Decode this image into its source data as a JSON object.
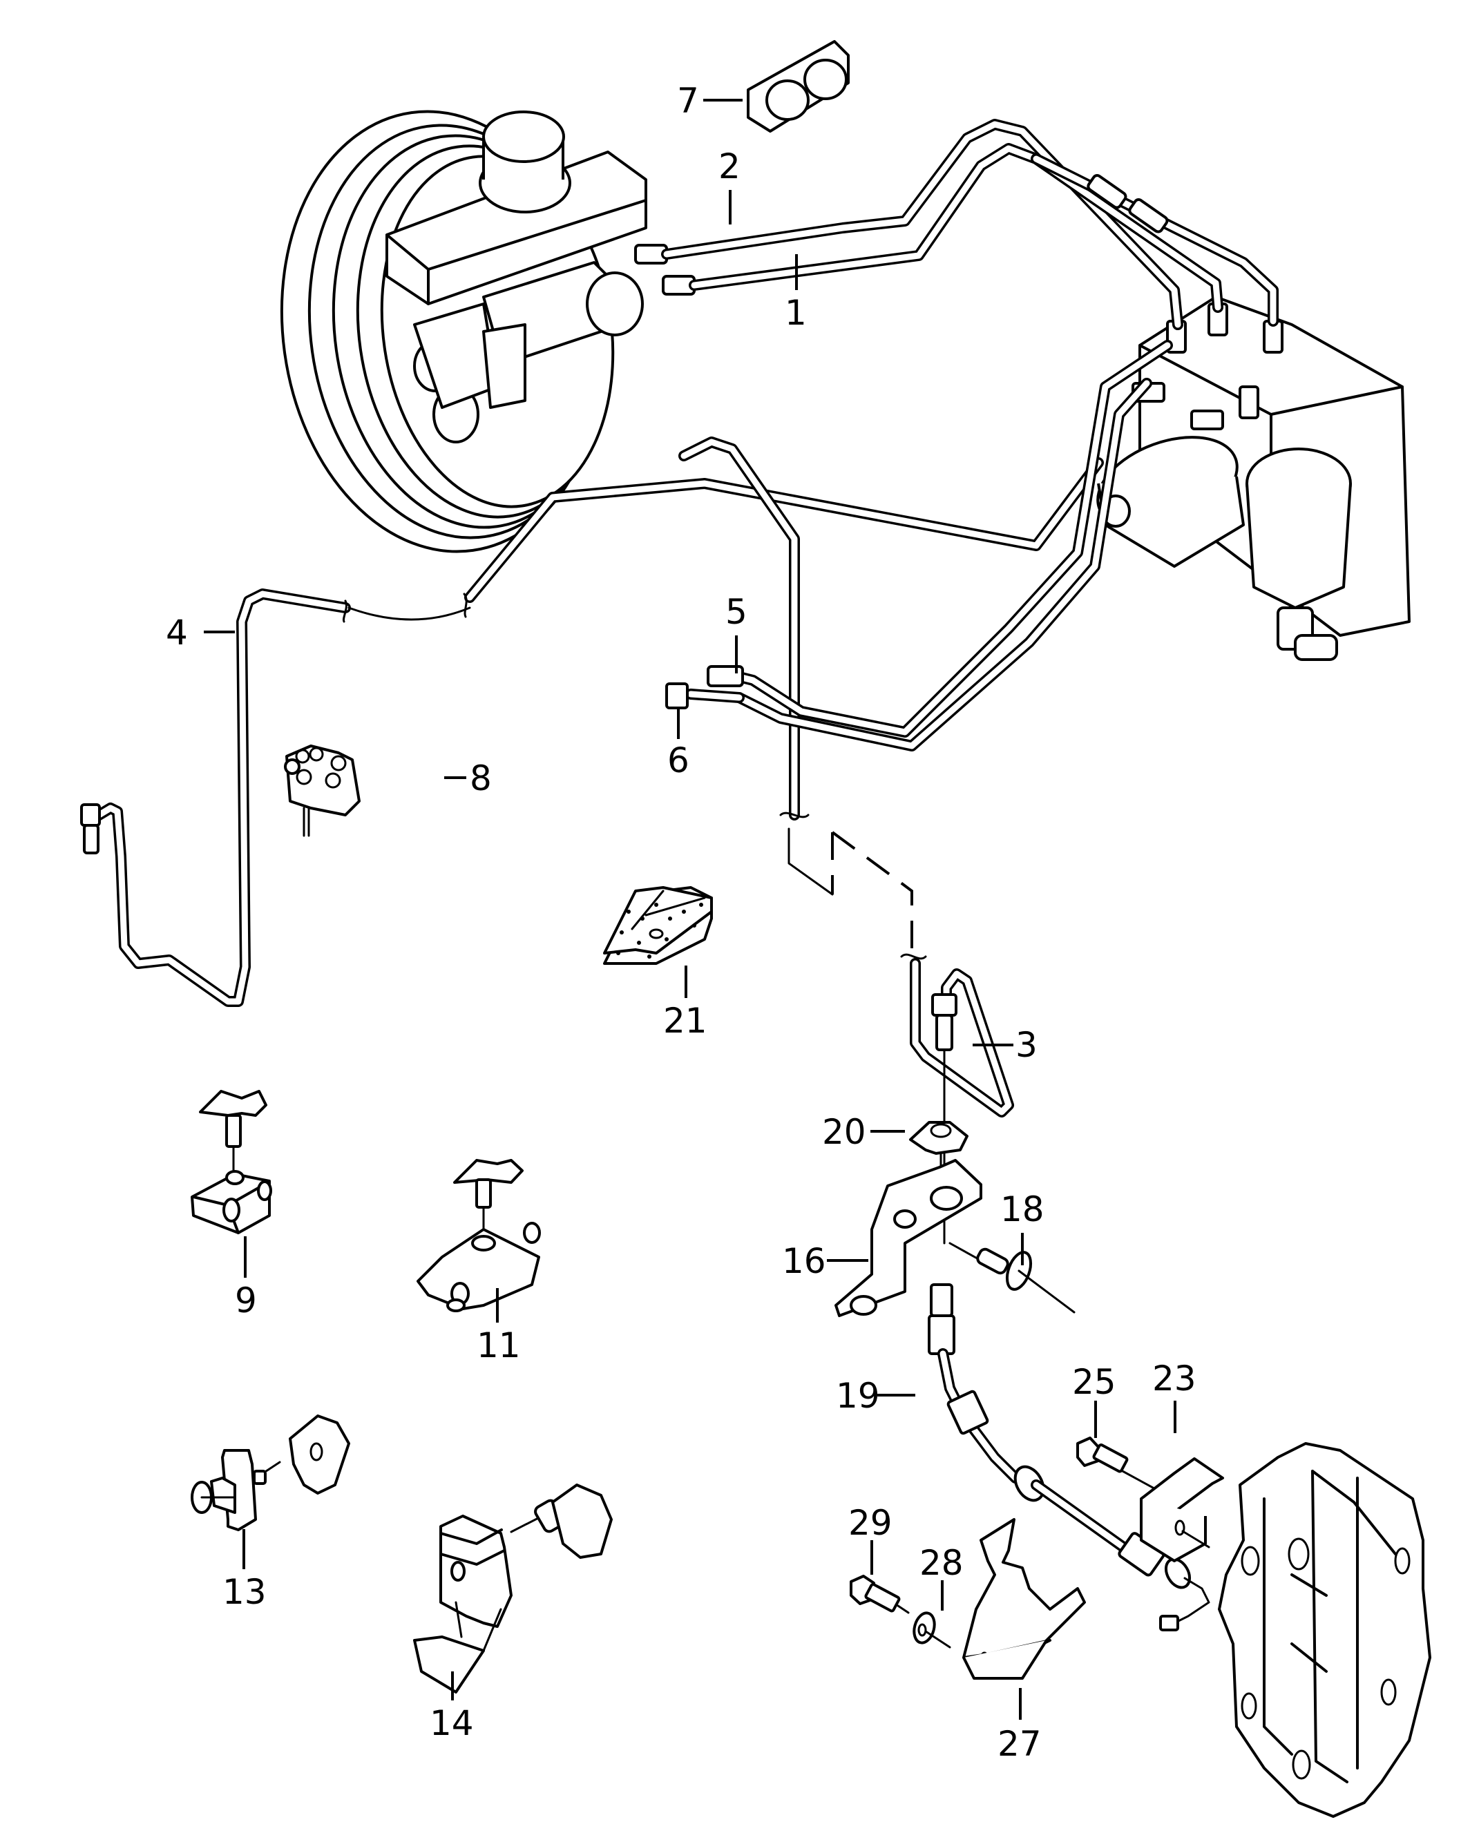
{
  "diagram": {
    "title": "Brake line assembly exploded parts diagram",
    "line_color": "#000000",
    "background_color": "#ffffff",
    "callouts": [
      {
        "id": "1",
        "label": "1",
        "part": "brake line"
      },
      {
        "id": "2",
        "label": "2",
        "part": "brake line"
      },
      {
        "id": "3",
        "label": "3",
        "part": "brake line"
      },
      {
        "id": "4",
        "label": "4",
        "part": "brake line"
      },
      {
        "id": "5",
        "label": "5",
        "part": "union fitting"
      },
      {
        "id": "6",
        "label": "6",
        "part": "line nut"
      },
      {
        "id": "7",
        "label": "7",
        "part": "double line holder"
      },
      {
        "id": "8",
        "label": "8",
        "part": "multi-line clip"
      },
      {
        "id": "9",
        "label": "9",
        "part": "line clip with stud"
      },
      {
        "id": "11",
        "label": "11",
        "part": "line clip with stud"
      },
      {
        "id": "13",
        "label": "13",
        "part": "line clip"
      },
      {
        "id": "14",
        "label": "14",
        "part": "line clip holder"
      },
      {
        "id": "16",
        "label": "16",
        "part": "hose bracket"
      },
      {
        "id": "18",
        "label": "18",
        "part": "rivet"
      },
      {
        "id": "19",
        "label": "19",
        "part": "brake hose"
      },
      {
        "id": "20",
        "label": "20",
        "part": "retaining clip"
      },
      {
        "id": "21",
        "label": "21",
        "part": "foam pad"
      },
      {
        "id": "23",
        "label": "23",
        "part": "bracket"
      },
      {
        "id": "25",
        "label": "25",
        "part": "hex bolt"
      },
      {
        "id": "27",
        "label": "27",
        "part": "shield plate"
      },
      {
        "id": "28",
        "label": "28",
        "part": "washer"
      },
      {
        "id": "29",
        "label": "29",
        "part": "hex bolt"
      }
    ]
  }
}
